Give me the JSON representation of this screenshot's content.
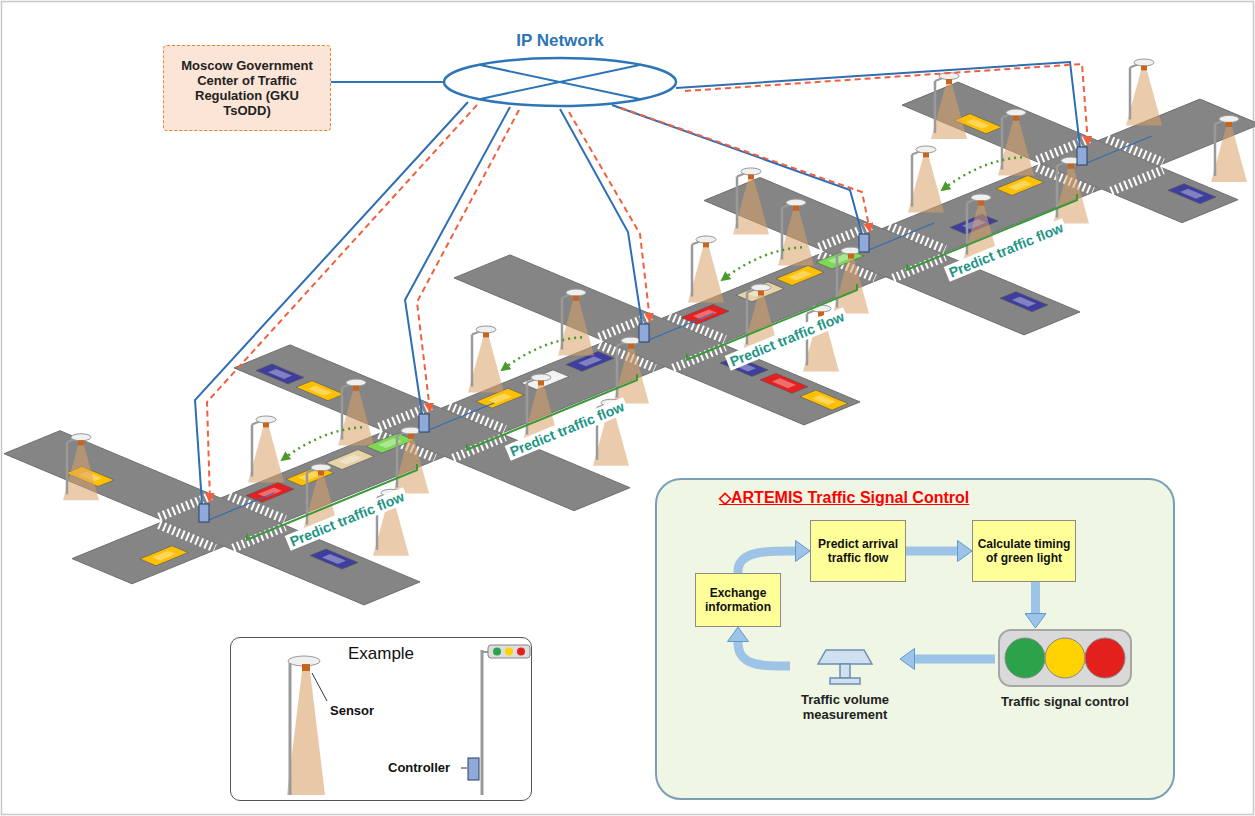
{
  "diagram": {
    "nodes": [
      {
        "text": [
          "Moscow Government Center of Traffic Regulation (GKU TsODD)"
        ]
      },
      {
        "text": [
          "IP Network"
        ]
      },
      {
        "text": [
          "Example"
        ]
      },
      {
        "text": [
          "◇ARTEMIS Traffic Signal Control"
        ]
      },
      {
        "text": [
          "Predict arrival traffic flow"
        ],
        "in": 3
      },
      {
        "text": [
          "Calculate timing of green light"
        ],
        "in": 3
      },
      {
        "text": [
          "Traffic signal control"
        ],
        "in": 3
      },
      {
        "text": [
          "Traffic volume measurement"
        ],
        "in": 3
      },
      {
        "text": [
          "Exchange information"
        ],
        "in": 3
      }
    ],
    "edges": [
      {
        "from": 0,
        "to": 1,
        "arrow": "none"
      },
      {
        "from": 4,
        "to": 5,
        "arrow": "to"
      },
      {
        "from": 5,
        "to": 6,
        "arrow": "to"
      },
      {
        "from": 6,
        "to": 7,
        "arrow": "to"
      },
      {
        "from": 7,
        "to": 8,
        "arrow": "to"
      },
      {
        "from": 8,
        "to": 4,
        "arrow": "to"
      }
    ],
    "labels": [
      "Predict traffic flow",
      "Predict traffic flow",
      "Predict traffic flow",
      "Predict traffic flow",
      "Sensor",
      "Controller"
    ]
  }
}
